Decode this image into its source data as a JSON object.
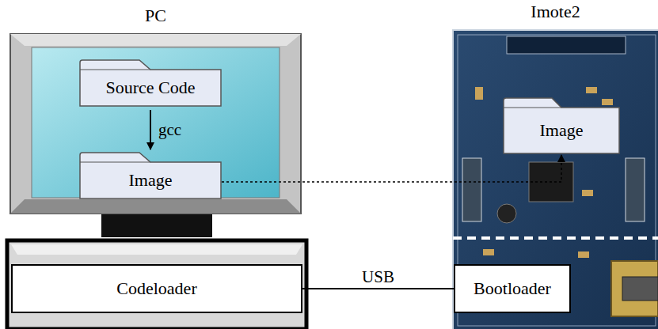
{
  "diagram": {
    "nodes": [
      {
        "text": [
          "PC"
        ]
      },
      {
        "text": [
          "Source Code"
        ],
        "in": 0
      },
      {
        "text": [
          "Image"
        ],
        "in": 0
      },
      {
        "text": [
          "Codeloader"
        ]
      },
      {
        "text": [
          "Imote2"
        ]
      },
      {
        "text": [
          "Image"
        ],
        "in": 4
      },
      {
        "text": [
          "Bootloader"
        ],
        "in": 4
      }
    ],
    "edges": [
      {
        "from": 1,
        "to": 2,
        "arrow": "to",
        "label": "gcc"
      },
      {
        "from": 2,
        "to": 5,
        "arrow": "to"
      },
      {
        "from": 3,
        "to": 6,
        "arrow": "none",
        "label": "USB"
      }
    ]
  }
}
